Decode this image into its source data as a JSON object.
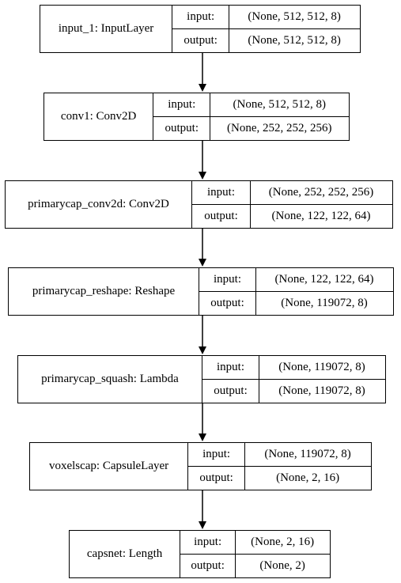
{
  "diagram": {
    "input_label": "input:",
    "output_label": "output:",
    "layers": [
      {
        "name": "input_1: InputLayer",
        "input": "(None, 512, 512, 8)",
        "output": "(None, 512, 512, 8)"
      },
      {
        "name": "conv1: Conv2D",
        "input": "(None, 512, 512, 8)",
        "output": "(None, 252, 252, 256)"
      },
      {
        "name": "primarycap_conv2d: Conv2D",
        "input": "(None, 252, 252, 256)",
        "output": "(None, 122, 122, 64)"
      },
      {
        "name": "primarycap_reshape: Reshape",
        "input": "(None, 122, 122, 64)",
        "output": "(None, 119072, 8)"
      },
      {
        "name": "primarycap_squash: Lambda",
        "input": "(None, 119072, 8)",
        "output": "(None, 119072, 8)"
      },
      {
        "name": "voxelscap: CapsuleLayer",
        "input": "(None, 119072, 8)",
        "output": "(None, 2, 16)"
      },
      {
        "name": "capsnet: Length",
        "input": "(None, 2, 16)",
        "output": "(None, 2)"
      }
    ]
  }
}
